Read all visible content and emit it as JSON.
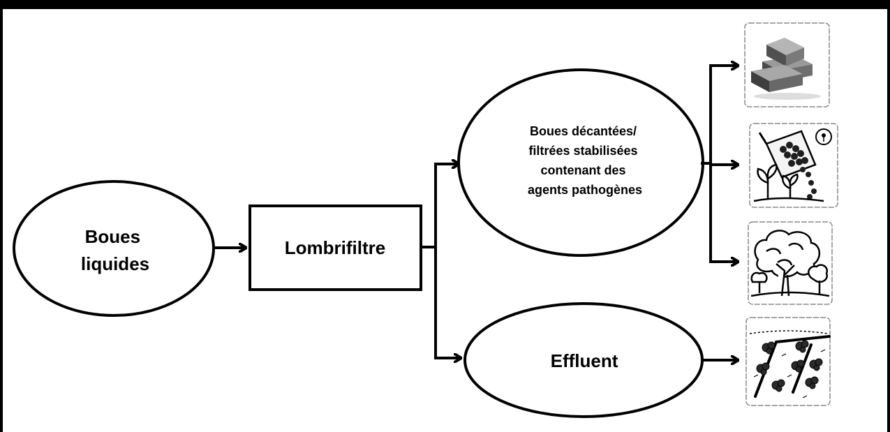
{
  "diagram": {
    "nodes": {
      "input": {
        "lines": [
          "Boues",
          "liquides"
        ]
      },
      "process": {
        "label": "Lombrifiltre"
      },
      "sludge_output": {
        "lines": [
          "Boues décantées/",
          "filtrées stabilisées",
          "contenant des",
          "agents pathogènes"
        ]
      },
      "effluent_output": {
        "label": "Effluent"
      }
    },
    "end_uses": [
      {
        "icon": "bricks-icon"
      },
      {
        "icon": "compost-soil-amendment-icon"
      },
      {
        "icon": "trees-icon"
      },
      {
        "icon": "irrigation-field-icon"
      }
    ],
    "colors": {
      "stroke": "#000000",
      "background": "#ffffff",
      "icon_border": "#888888"
    }
  }
}
